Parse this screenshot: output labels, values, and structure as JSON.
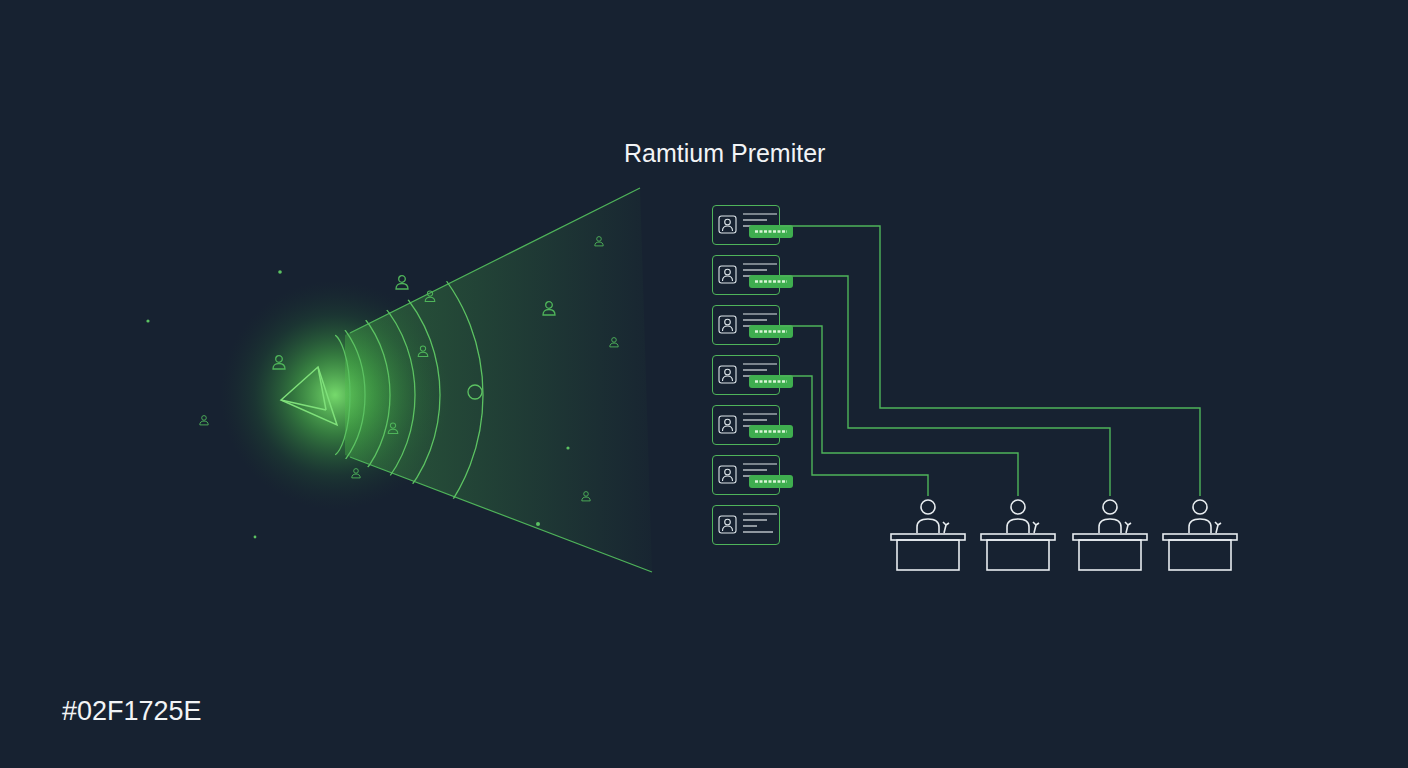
{
  "diagram": {
    "title": "Ramtium Premiter",
    "nodes": [
      {
        "text": []
      },
      {
        "text": []
      },
      {
        "text": []
      },
      {
        "text": []
      },
      {
        "text": []
      },
      {
        "text": []
      },
      {
        "text": []
      },
      {
        "text": []
      },
      {
        "text": []
      },
      {
        "text": []
      },
      {
        "text": []
      }
    ],
    "edges": [
      {
        "from": 0,
        "to": 10,
        "arrow": "none"
      },
      {
        "from": 1,
        "to": 9,
        "arrow": "none"
      },
      {
        "from": 2,
        "to": 8,
        "arrow": "none"
      },
      {
        "from": 3,
        "to": 7,
        "arrow": "none"
      }
    ],
    "labels": [
      "#02F1725E"
    ]
  }
}
